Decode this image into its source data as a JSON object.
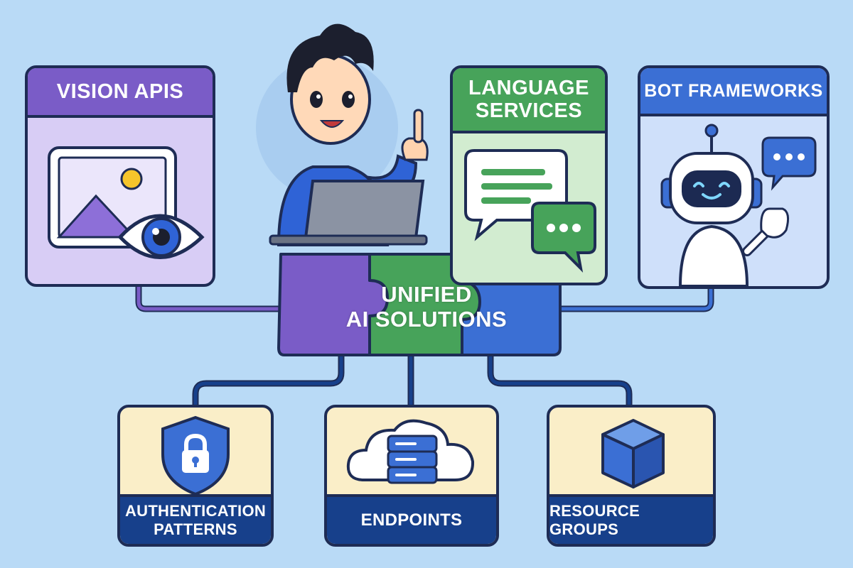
{
  "center": {
    "line1": "UNIFIED",
    "line2": "AI SOLUTIONS"
  },
  "top_cards": [
    {
      "id": "vision",
      "line1": "VISION APIS",
      "line2": "",
      "color": "#7a5cc7",
      "body": "#d8cdf5"
    },
    {
      "id": "language",
      "line1": "LANGUAGE",
      "line2": "SERVICES",
      "color": "#47a35a",
      "body": "#d2ecd0"
    },
    {
      "id": "bot",
      "line1": "BOT FRAMEWORKS",
      "line2": "",
      "color": "#3b6fd4",
      "body": "#cfe0fa"
    }
  ],
  "bottom_cards": [
    {
      "id": "auth",
      "line1": "AUTHENTICATION",
      "line2": "PATTERNS"
    },
    {
      "id": "endpoints",
      "line1": "ENDPOINTS",
      "line2": ""
    },
    {
      "id": "resources",
      "line1": "RESOURCE GROUPS",
      "line2": ""
    }
  ],
  "colors": {
    "background": "#b9daf6",
    "outline": "#1e2c55",
    "connector": "#17408b",
    "bottom_body": "#faeec8",
    "bottom_footer": "#17408b"
  },
  "icons": [
    "image-icon",
    "eye-icon",
    "chat-bubble-icon",
    "robot-icon",
    "shield-lock-icon",
    "cloud-server-icon",
    "cube-icon",
    "puzzle-icon",
    "developer-illustration"
  ]
}
